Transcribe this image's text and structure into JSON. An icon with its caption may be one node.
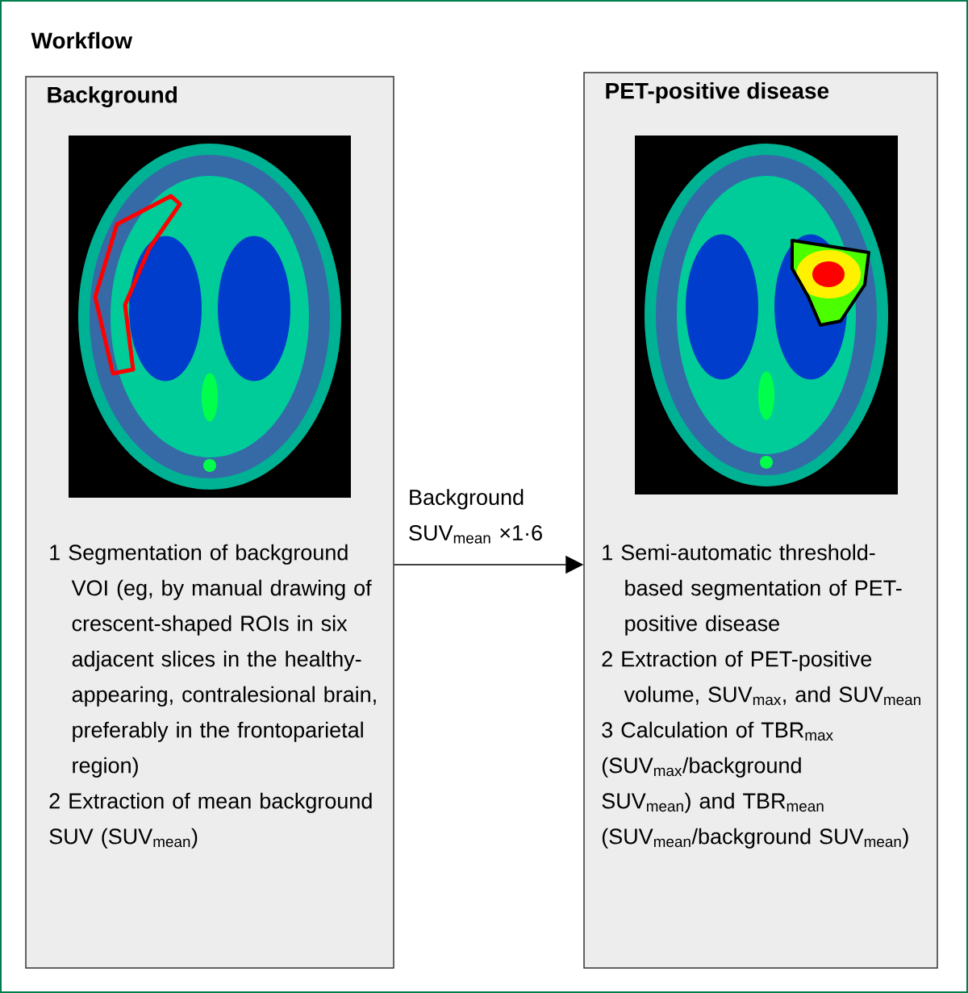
{
  "diagram": {
    "title": "Workflow",
    "nodes": [
      {
        "text": [
          "Background",
          "1 Segmentation of background VOI (eg, by manual drawing of crescent-shaped ROIs in six adjacent slices in the healthy-appearing, contralesional brain, preferably in the frontoparietal region)",
          "2 Extraction of mean background SUV (SUV$_{mean}$)"
        ]
      },
      {
        "text": [
          "PET-positive disease",
          "1 Semi-automatic threshold-based segmentation of PET-positive disease",
          "2 Extraction of PET-positive volume, SUV$_{max}$, and SUV$_{mean}$",
          "3 Calculation of TBR$_{max}$ (SUV$_{max}$/background SUV$_{mean}$) and TBR$_{mean}$ (SUV$_{mean}$/background SUV$_{mean}$)"
        ]
      }
    ],
    "edges": [
      {
        "from": 0,
        "to": 1,
        "arrow": "to",
        "label": "Background SUV$_{mean}$ ×1·6"
      }
    ]
  }
}
